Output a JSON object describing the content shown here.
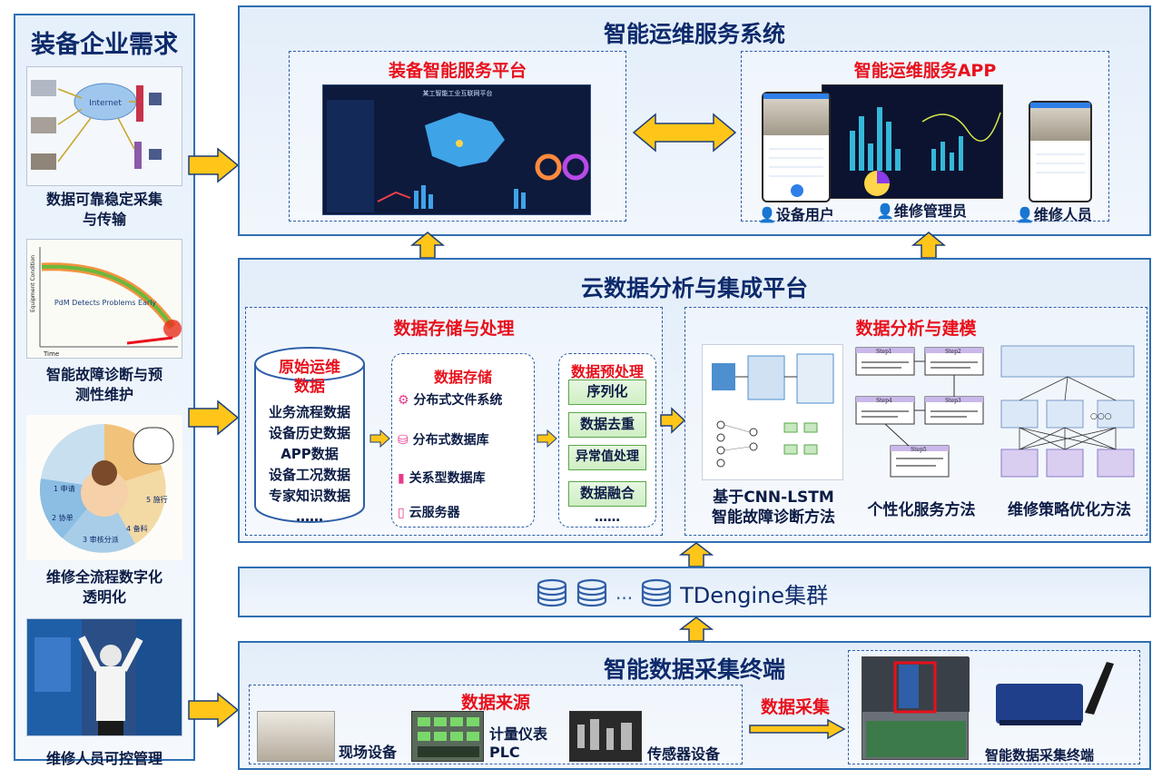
{
  "left": {
    "title": "装备企业需求",
    "items": [
      "数据可靠稳定采集与传输",
      "智能故障诊断与预测性维护",
      "维修全流程数字化透明化",
      "维修人员可控管理"
    ],
    "item_lines": [
      [
        "数据可靠稳定采集",
        "与传输"
      ],
      [
        "智能故障诊断与预",
        "测性维护"
      ],
      [
        "维修全流程数字化",
        "透明化"
      ],
      [
        "维修人员可控管理"
      ]
    ],
    "img1_labels": [
      "Internet"
    ],
    "img2_labels": [
      "PdM Detects Problems Early",
      "Time",
      "Equipment Condition"
    ],
    "img3_labels": [
      "1 申请",
      "2 协单",
      "3 审核分派",
      "4 备料",
      "5 施行"
    ]
  },
  "top": {
    "title": "智能运维服务系统",
    "platform_title": "装备智能服务平台",
    "dashboard_title": "某工智能工业互联网平台",
    "app_title": "智能运维服务APP",
    "roles": [
      "设备用户",
      "维修管理员",
      "维修人员"
    ]
  },
  "middle": {
    "title": "云数据分析与集成平台",
    "storage_title": "数据存储与处理",
    "cylinder_title": "原始运维数据",
    "cylinder_title_lines": [
      "原始运维",
      "数据"
    ],
    "raw_data": [
      "业务流程数据",
      "设备历史数据",
      "APP数据",
      "设备工况数据",
      "专家知识数据",
      "……"
    ],
    "storage_box_title": "数据存储",
    "storage_items": [
      "分布式文件系统",
      "分布式数据库",
      "关系型数据库",
      "云服务器"
    ],
    "preprocess_title": "数据预处理",
    "preprocess_items": [
      "序列化",
      "数据去重",
      "异常值处理",
      "数据融合",
      "……"
    ],
    "analysis_title": "数据分析与建模",
    "method1": "基于CNN-LSTM智能故障诊断方法",
    "method1_lines": [
      "基于CNN-LSTM",
      "智能故障诊断方法"
    ],
    "method2": "个性化服务方法",
    "method3": "维修策略优化方法",
    "steps": [
      "Step1",
      "Step2",
      "Step3",
      "Step4",
      "Step5"
    ],
    "tree_dots": "○○○"
  },
  "cluster": {
    "label": "TDengine集群",
    "dots": "..."
  },
  "bottom": {
    "title": "智能数据采集终端",
    "source_title": "数据来源",
    "sources": [
      "现场设备",
      "计量仪表PLC",
      "传感器设备"
    ],
    "source_lines": [
      [
        "现场设备"
      ],
      [
        "计量仪表",
        "PLC"
      ],
      [
        "传感器设备"
      ]
    ],
    "collect_label": "数据采集",
    "terminal_label": "智能数据采集终端"
  },
  "colors": {
    "panel_border": "#2f6fb3",
    "title_text": "#0d2a6b",
    "red": "#e8101c",
    "arrow_fill": "#ffc619",
    "arrow_stroke": "#1f3f7a"
  }
}
